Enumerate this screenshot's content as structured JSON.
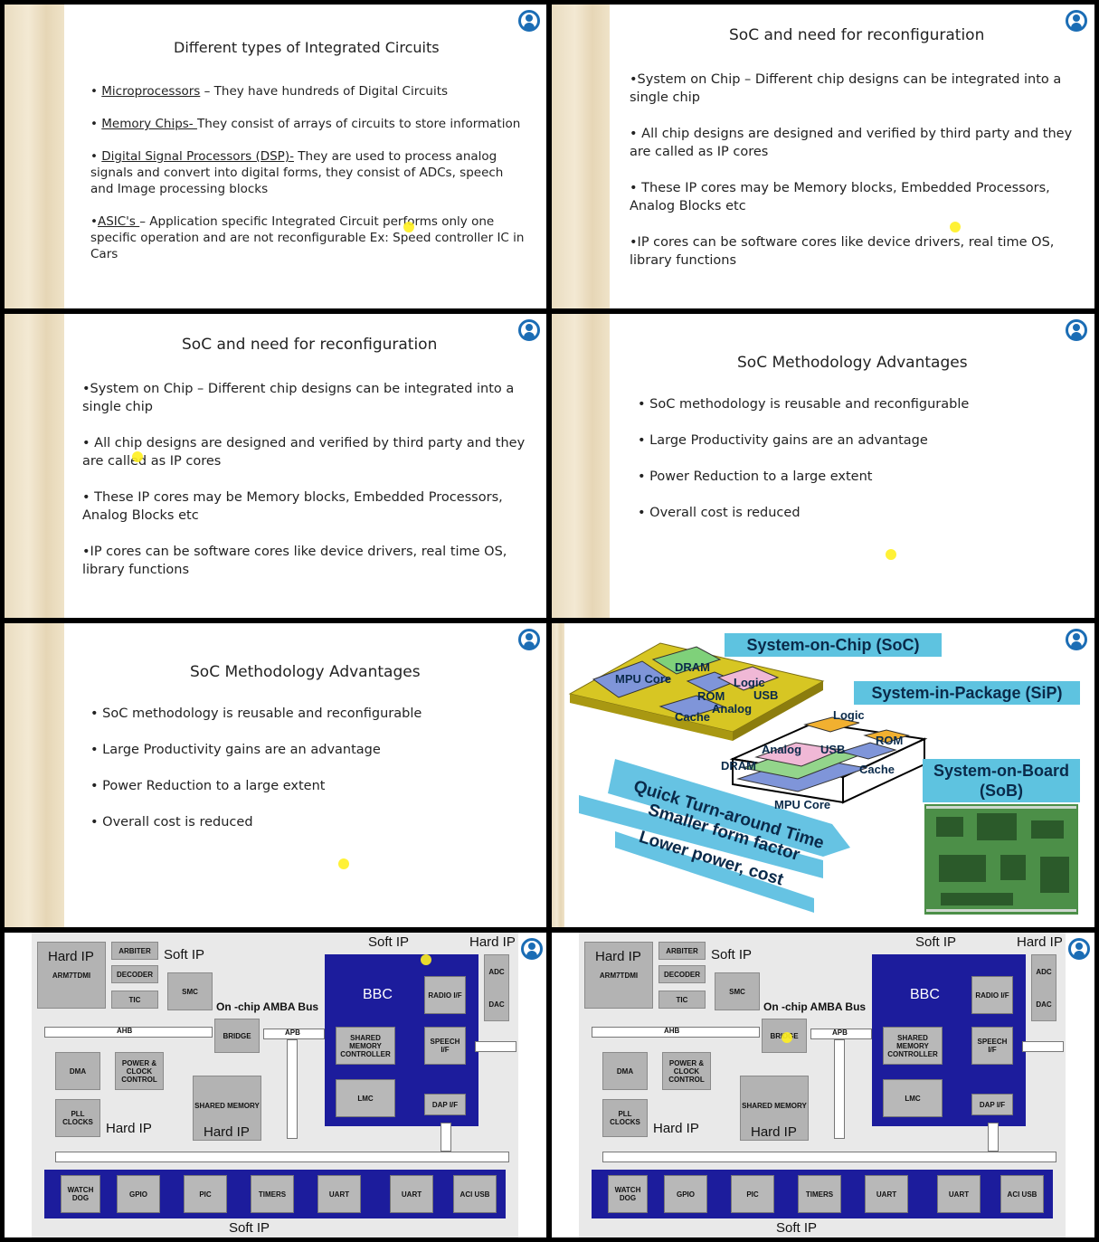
{
  "slides": {
    "s1": {
      "title": "Different types of Integrated Circuits",
      "b1_link": "Microprocessors",
      "b1_text": " – They have hundreds of Digital Circuits",
      "b2_link": "Memory Chips- ",
      "b2_text": " They consist of arrays of circuits to store information",
      "b3_link": "Digital Signal Processors (DSP)-",
      "b3_text": " They are used to process analog signals and convert into digital forms, they consist of ADCs, speech and Image processing blocks",
      "b4_link": "ASIC's ",
      "b4_text": "– Application specific Integrated Circuit performs only one specific operation and are not reconfigurable Ex: Speed controller IC in Cars"
    },
    "s2": {
      "title": "SoC and need for reconfiguration",
      "b1": "•System on Chip – Different  chip designs  can be integrated into a single chip",
      "b2": "• All chip designs are designed and verified by third party and they are called as IP cores",
      "b3": "• These IP cores may be Memory blocks, Embedded Processors, Analog Blocks etc",
      "b4": "•IP cores can be software cores like device drivers, real time OS, library functions"
    },
    "s4": {
      "title": "SoC Methodology Advantages",
      "b1": "• SoC methodology is reusable and reconfigurable",
      "b2": "• Large Productivity gains are an advantage",
      "b3": "• Power Reduction to a large extent",
      "b4": "• Overall cost is reduced"
    },
    "s6": {
      "soc": "System-on-Chip (SoC)",
      "sip": "System-in-Package (SiP)",
      "sob": "System-on-Board (SoB)",
      "a1": "Quick Turn-around Time",
      "a2": "Smaller form factor",
      "a3": "Lower power, cost",
      "chip": {
        "dram": "DRAM",
        "mpu": "MPU Core",
        "logic": "Logic",
        "rom": "ROM",
        "usb": "USB",
        "analog": "Analog",
        "cache": "Cache"
      },
      "pkg": {
        "logic": "Logic",
        "rom": "ROM",
        "analog": "Analog",
        "usb": "USB",
        "dram": "DRAM",
        "cache": "Cache",
        "mpu": "MPU Core"
      }
    },
    "s7": {
      "hard_ip": "Hard IP",
      "soft_ip": "Soft IP",
      "arm": "ARM7TDMI",
      "arbiter": "ARBITER",
      "decoder": "DECODER",
      "tic": "TIC",
      "smc": "SMC",
      "amba": "On -chip AMBA Bus",
      "ahb": "AHB",
      "apb": "APB",
      "bridge": "BRIDGE",
      "dma": "DMA",
      "power": "POWER & CLOCK CONTROL",
      "pll": "PLL CLOCKS",
      "shared_mem": "SHARED MEMORY",
      "bbc": "BBC",
      "radio": "RADIO I/F",
      "smc2": "SHARED MEMORY CONTROLLER",
      "speech": "SPEECH I/F",
      "lmc": "LMC",
      "dap": "DAP I/F",
      "adc": "ADC",
      "dac": "DAC",
      "watchdog": "WATCH DOG",
      "gpio": "GPIO",
      "pic": "PIC",
      "timers": "TIMERS",
      "uart": "UART",
      "aci": "ACI USB"
    }
  }
}
